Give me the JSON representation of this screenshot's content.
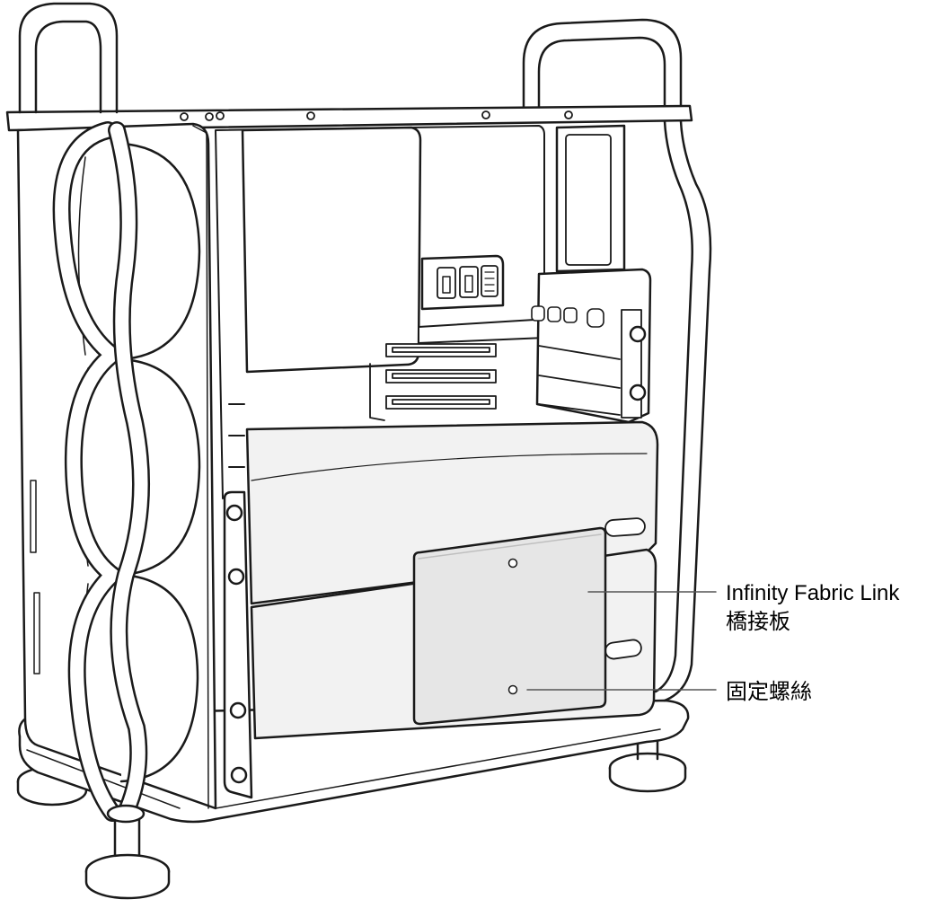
{
  "callouts": {
    "bridge_label_line1": "Infinity Fabric Link",
    "bridge_label_line2": "橋接板",
    "screws_label": "固定螺絲"
  },
  "colors": {
    "outline": "#1a1a1a",
    "module_fill": "#f2f2f2",
    "bridge_fill": "#e6e6e6",
    "bridge_edge": "#bfbfbf",
    "leader_line": "#555555"
  }
}
